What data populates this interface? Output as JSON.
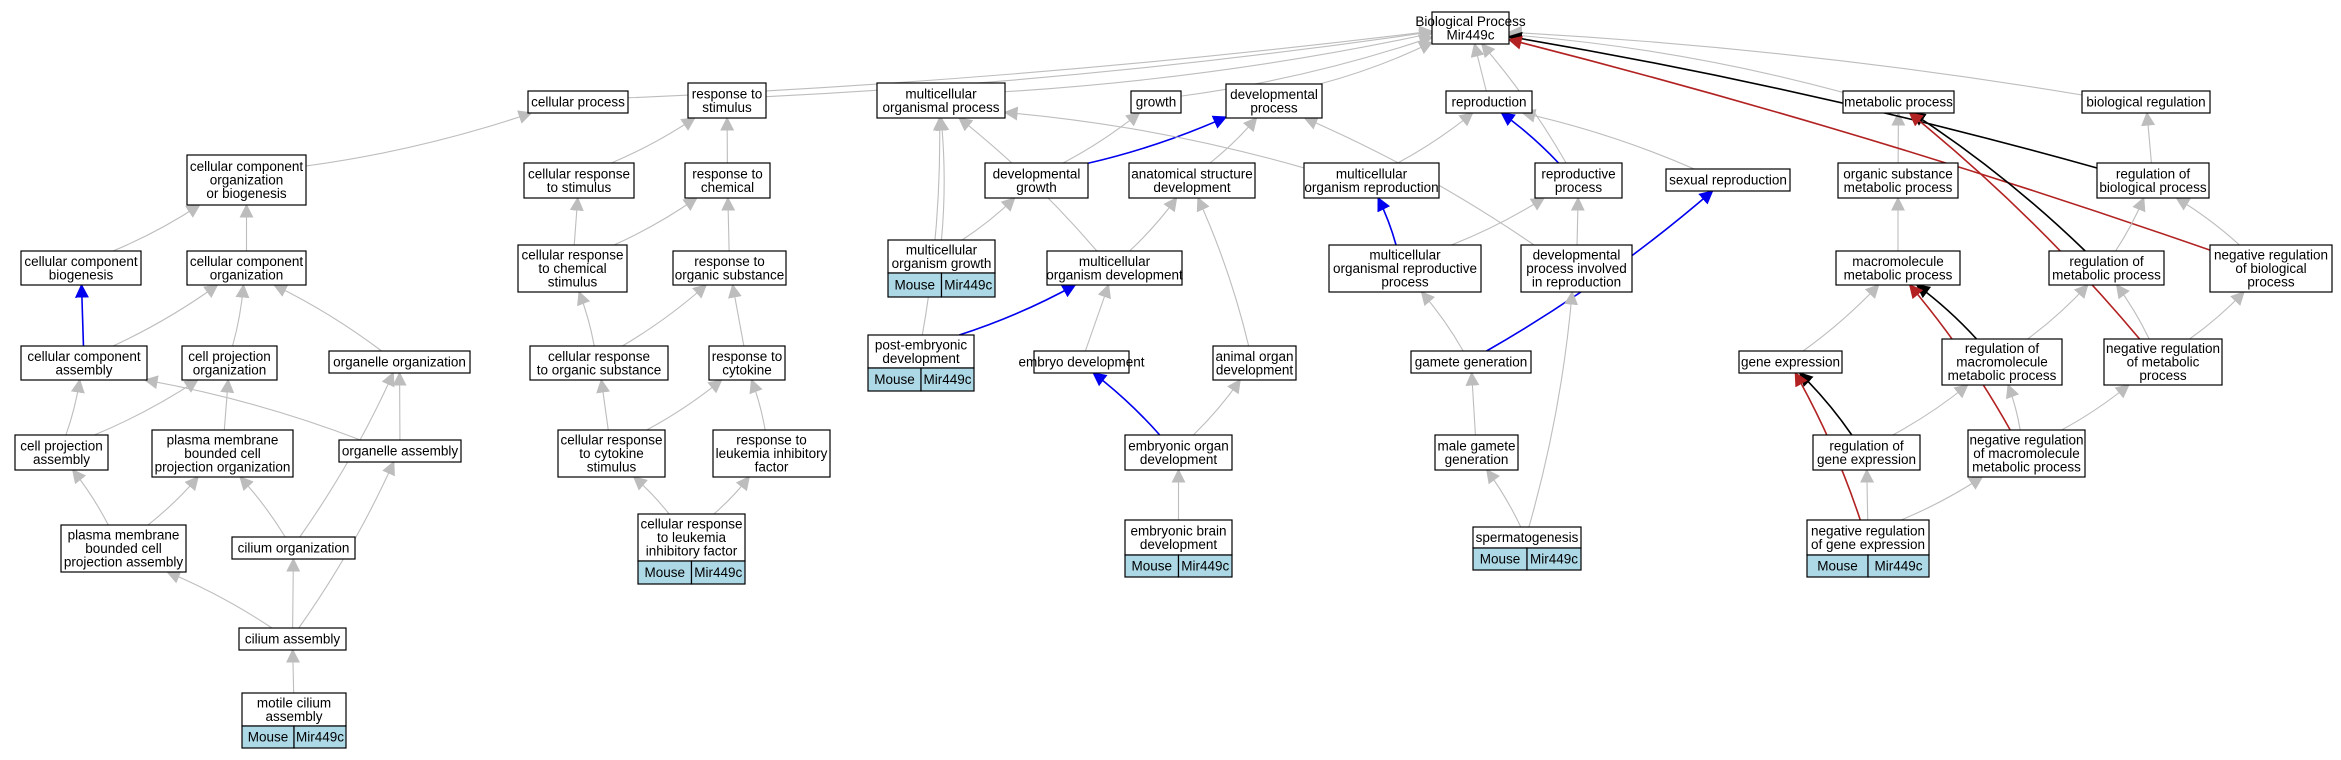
{
  "title": [
    "Biological Process",
    "Mir449c"
  ],
  "nodes": {
    "root": [
      "Biological Process",
      "Mir449c"
    ],
    "cellular_process": [
      "cellular process"
    ],
    "response_to_stimulus": [
      "response to",
      "stimulus"
    ],
    "multicellular_organismal_process": [
      "multicellular",
      "organismal process"
    ],
    "growth": [
      "growth"
    ],
    "developmental_process": [
      "developmental",
      "process"
    ],
    "reproduction": [
      "reproduction"
    ],
    "metabolic_process": [
      "metabolic process"
    ],
    "biological_regulation": [
      "biological regulation"
    ],
    "ccob": [
      "cellular component",
      "organization",
      "or biogenesis"
    ],
    "cellular_response_to_stimulus": [
      "cellular response",
      "to stimulus"
    ],
    "response_to_chemical": [
      "response to",
      "chemical"
    ],
    "developmental_growth": [
      "developmental",
      "growth"
    ],
    "anatomical_structure_development": [
      "anatomical structure",
      "development"
    ],
    "multicellular_organism_reproduction": [
      "multicellular",
      "organism reproduction"
    ],
    "reproductive_process": [
      "reproductive",
      "process"
    ],
    "sexual_reproduction": [
      "sexual reproduction"
    ],
    "organic_substance_metabolic_process": [
      "organic substance",
      "metabolic process"
    ],
    "regulation_of_biological_process": [
      "regulation of",
      "biological process"
    ],
    "cc_biogenesis": [
      "cellular component",
      "biogenesis"
    ],
    "cc_organization": [
      "cellular component",
      "organization"
    ],
    "cellular_response_to_chemical_stimulus": [
      "cellular response",
      "to chemical",
      "stimulus"
    ],
    "response_to_organic_substance": [
      "response to",
      "organic substance"
    ],
    "multicellular_organism_growth": [
      "multicellular",
      "organism growth"
    ],
    "multicellular_organism_development": [
      "multicellular",
      "organism development"
    ],
    "multicellular_organismal_reproductive_process": [
      "multicellular",
      "organismal reproductive",
      "process"
    ],
    "developmental_process_involved_in_reproduction": [
      "developmental",
      "process involved",
      "in reproduction"
    ],
    "macromolecule_metabolic_process": [
      "macromolecule",
      "metabolic process"
    ],
    "regulation_of_metabolic_process": [
      "regulation of",
      "metabolic process"
    ],
    "negative_regulation_of_biological_process": [
      "negative regulation",
      "of biological",
      "process"
    ],
    "cc_assembly": [
      "cellular component",
      "assembly"
    ],
    "cell_projection_organization": [
      "cell projection",
      "organization"
    ],
    "organelle_organization": [
      "organelle organization"
    ],
    "cellular_response_to_organic_substance": [
      "cellular response",
      "to organic substance"
    ],
    "response_to_cytokine": [
      "response to",
      "cytokine"
    ],
    "post_embryonic_development": [
      "post-embryonic",
      "development"
    ],
    "embryo_development": [
      "embryo development"
    ],
    "animal_organ_development": [
      "animal organ",
      "development"
    ],
    "gamete_generation": [
      "gamete generation"
    ],
    "gene_expression": [
      "gene expression"
    ],
    "regulation_of_macromolecule_metabolic_process": [
      "regulation of",
      "macromolecule",
      "metabolic process"
    ],
    "negative_regulation_of_metabolic_process": [
      "negative regulation",
      "of metabolic",
      "process"
    ],
    "cell_projection_assembly": [
      "cell projection",
      "assembly"
    ],
    "pm_bounded_cell_projection_organization": [
      "plasma membrane",
      "bounded cell",
      "projection organization"
    ],
    "organelle_assembly": [
      "organelle assembly"
    ],
    "cellular_response_to_cytokine_stimulus": [
      "cellular response",
      "to cytokine",
      "stimulus"
    ],
    "response_to_lif": [
      "response to",
      "leukemia inhibitory",
      "factor"
    ],
    "embryonic_organ_development": [
      "embryonic organ",
      "development"
    ],
    "male_gamete_generation": [
      "male gamete",
      "generation"
    ],
    "regulation_of_gene_expression": [
      "regulation of",
      "gene expression"
    ],
    "negative_regulation_of_macromolecule_metabolic_process": [
      "negative regulation",
      "of macromolecule",
      "metabolic process"
    ],
    "pm_bounded_cell_projection_assembly": [
      "plasma membrane",
      "bounded cell",
      "projection assembly"
    ],
    "cilium_organization": [
      "cilium organization"
    ],
    "cellular_response_to_lif": [
      "cellular response",
      "to leukemia",
      "inhibitory factor"
    ],
    "embryonic_brain_development": [
      "embryonic brain",
      "development"
    ],
    "spermatogenesis": [
      "spermatogenesis"
    ],
    "negative_regulation_of_gene_expression": [
      "negative regulation",
      "of gene expression"
    ],
    "cilium_assembly": [
      "cilium assembly"
    ],
    "motile_cilium_assembly": [
      "motile cilium",
      "assembly"
    ]
  },
  "annotation": {
    "species": "Mouse",
    "gene": "Mir449c"
  },
  "colors": {
    "is_a": "#bdbdbd",
    "part_of": "#0000ee",
    "regulates": "#000000",
    "negatively_regulates": "#b22222",
    "annotation_fill": "#add8e6",
    "node_border": "#000000"
  }
}
